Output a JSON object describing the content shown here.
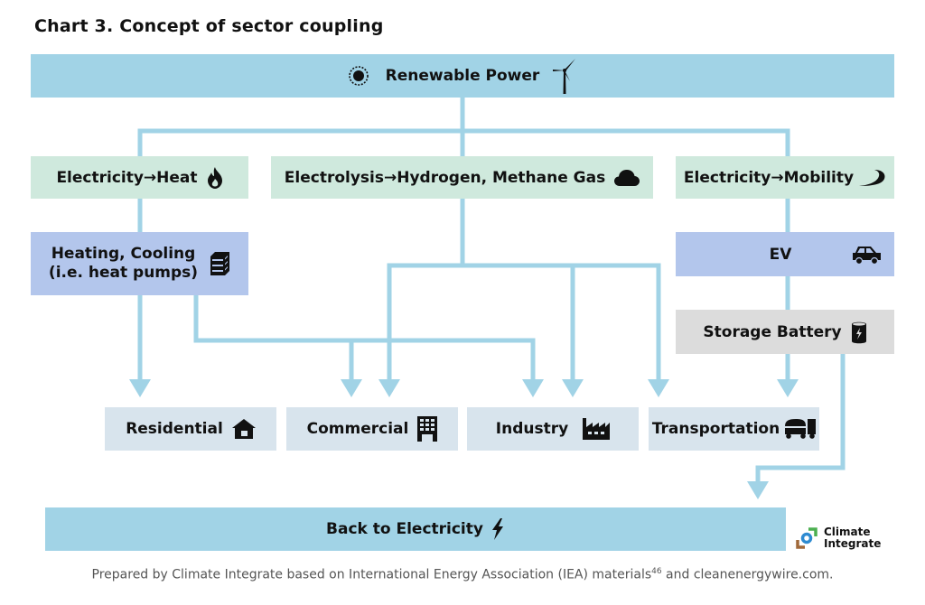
{
  "title": "Chart 3. Concept of sector coupling",
  "colors": {
    "connector": "#a1d3e6",
    "renewable": "#a1d3e6",
    "conversion": "#cfe9dd",
    "technology": "#b3c6ec",
    "storage": "#dcdcdc",
    "sector": "#d8e4ed"
  },
  "nodes": {
    "renewable_power": {
      "label": "Renewable Power",
      "icons": [
        "sun-icon",
        "wind-turbine-icon"
      ]
    },
    "electricity_heat": {
      "label": "Electricity→Heat",
      "icon": "flame-icon"
    },
    "electrolysis": {
      "label": "Electrolysis→Hydrogen, Methane Gas",
      "icon": "cloud-icon"
    },
    "electricity_mobility": {
      "label": "Electricity→Mobility",
      "icon": "road-icon"
    },
    "heating_cooling": {
      "line1": "Heating, Cooling",
      "line2": "(i.e. heat pumps)",
      "icon": "heat-pump-icon"
    },
    "ev": {
      "label": "EV",
      "icon": "car-icon"
    },
    "storage_battery": {
      "label": "Storage Battery",
      "icon": "battery-icon"
    },
    "residential": {
      "label": "Residential",
      "icon": "house-icon"
    },
    "commercial": {
      "label": "Commercial",
      "icon": "office-building-icon"
    },
    "industry": {
      "label": "Industry",
      "icon": "factory-icon"
    },
    "transportation": {
      "label": "Transportation",
      "icon": "truck-icon"
    },
    "back_to_electricity": {
      "label": "Back to Electricity",
      "icon": "lightning-icon"
    }
  },
  "edges": [
    {
      "from": "renewable_power",
      "to": "electricity_heat"
    },
    {
      "from": "renewable_power",
      "to": "electrolysis"
    },
    {
      "from": "renewable_power",
      "to": "electricity_mobility"
    },
    {
      "from": "electricity_heat",
      "to": "heating_cooling"
    },
    {
      "from": "heating_cooling",
      "to": "residential"
    },
    {
      "from": "heating_cooling",
      "to": "commercial"
    },
    {
      "from": "heating_cooling",
      "to": "industry"
    },
    {
      "from": "electrolysis",
      "to": "commercial"
    },
    {
      "from": "electrolysis",
      "to": "industry"
    },
    {
      "from": "electrolysis",
      "to": "transportation"
    },
    {
      "from": "electricity_mobility",
      "to": "ev"
    },
    {
      "from": "ev",
      "to": "storage_battery"
    },
    {
      "from": "storage_battery",
      "to": "transportation"
    },
    {
      "from": "storage_battery",
      "to": "back_to_electricity"
    }
  ],
  "footer": {
    "text_before": "Prepared by Climate Integrate based on International Energy Association (IEA) materials",
    "superscript": "46",
    "text_after": " and cleanenergywire.com."
  },
  "logo": {
    "line1": "Climate",
    "line2": "Integrate"
  }
}
